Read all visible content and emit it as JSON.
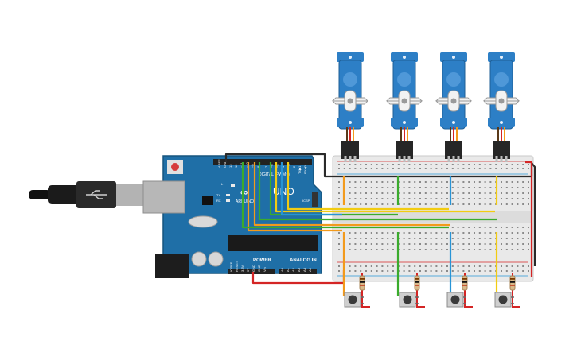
{
  "board": {
    "brand": "ARDUINO",
    "model": "UNO",
    "digital_label": "DIGITAL (PWM~)",
    "power_label": "POWER",
    "analog_label": "ANALOG IN",
    "on_label": "ON",
    "l_label": "L",
    "tx_label": "TX",
    "rx_label": "RX",
    "icsp_label": "ICSP",
    "aref_label": "AREF",
    "gnd_label": "GND",
    "ioref_label": "IOREF",
    "reset_label": "RESET",
    "v33_label": "3.3V",
    "v5_label": "5V",
    "vin_label": "Vin",
    "a0_label": "A0",
    "a1_label": "A1",
    "a2_label": "A2",
    "a3_label": "A3",
    "a4_label": "A4",
    "a5_label": "A5",
    "pin13": "13",
    "pin12": "12",
    "pin11": "~11",
    "pin10": "~10",
    "pin9": "~9",
    "pin8": "8",
    "pin7": "7",
    "pin6": "~6",
    "pin5": "~5",
    "pin4": "4",
    "pin3": "~3",
    "pin2": "2",
    "pin1": "TX▶1",
    "pin0": "RX◀0"
  },
  "colors": {
    "board": "#1f6fa7",
    "servo": "#2d7fc6",
    "breadboard": "#e9e9e9",
    "wire_orange": "#f29a1c",
    "wire_green": "#3aab2c",
    "wire_blue": "#2794d6",
    "wire_yellow": "#f2cc12",
    "wire_red": "#d42525",
    "wire_black": "#2a2a2a"
  },
  "servo_count": 4,
  "button_count": 4
}
